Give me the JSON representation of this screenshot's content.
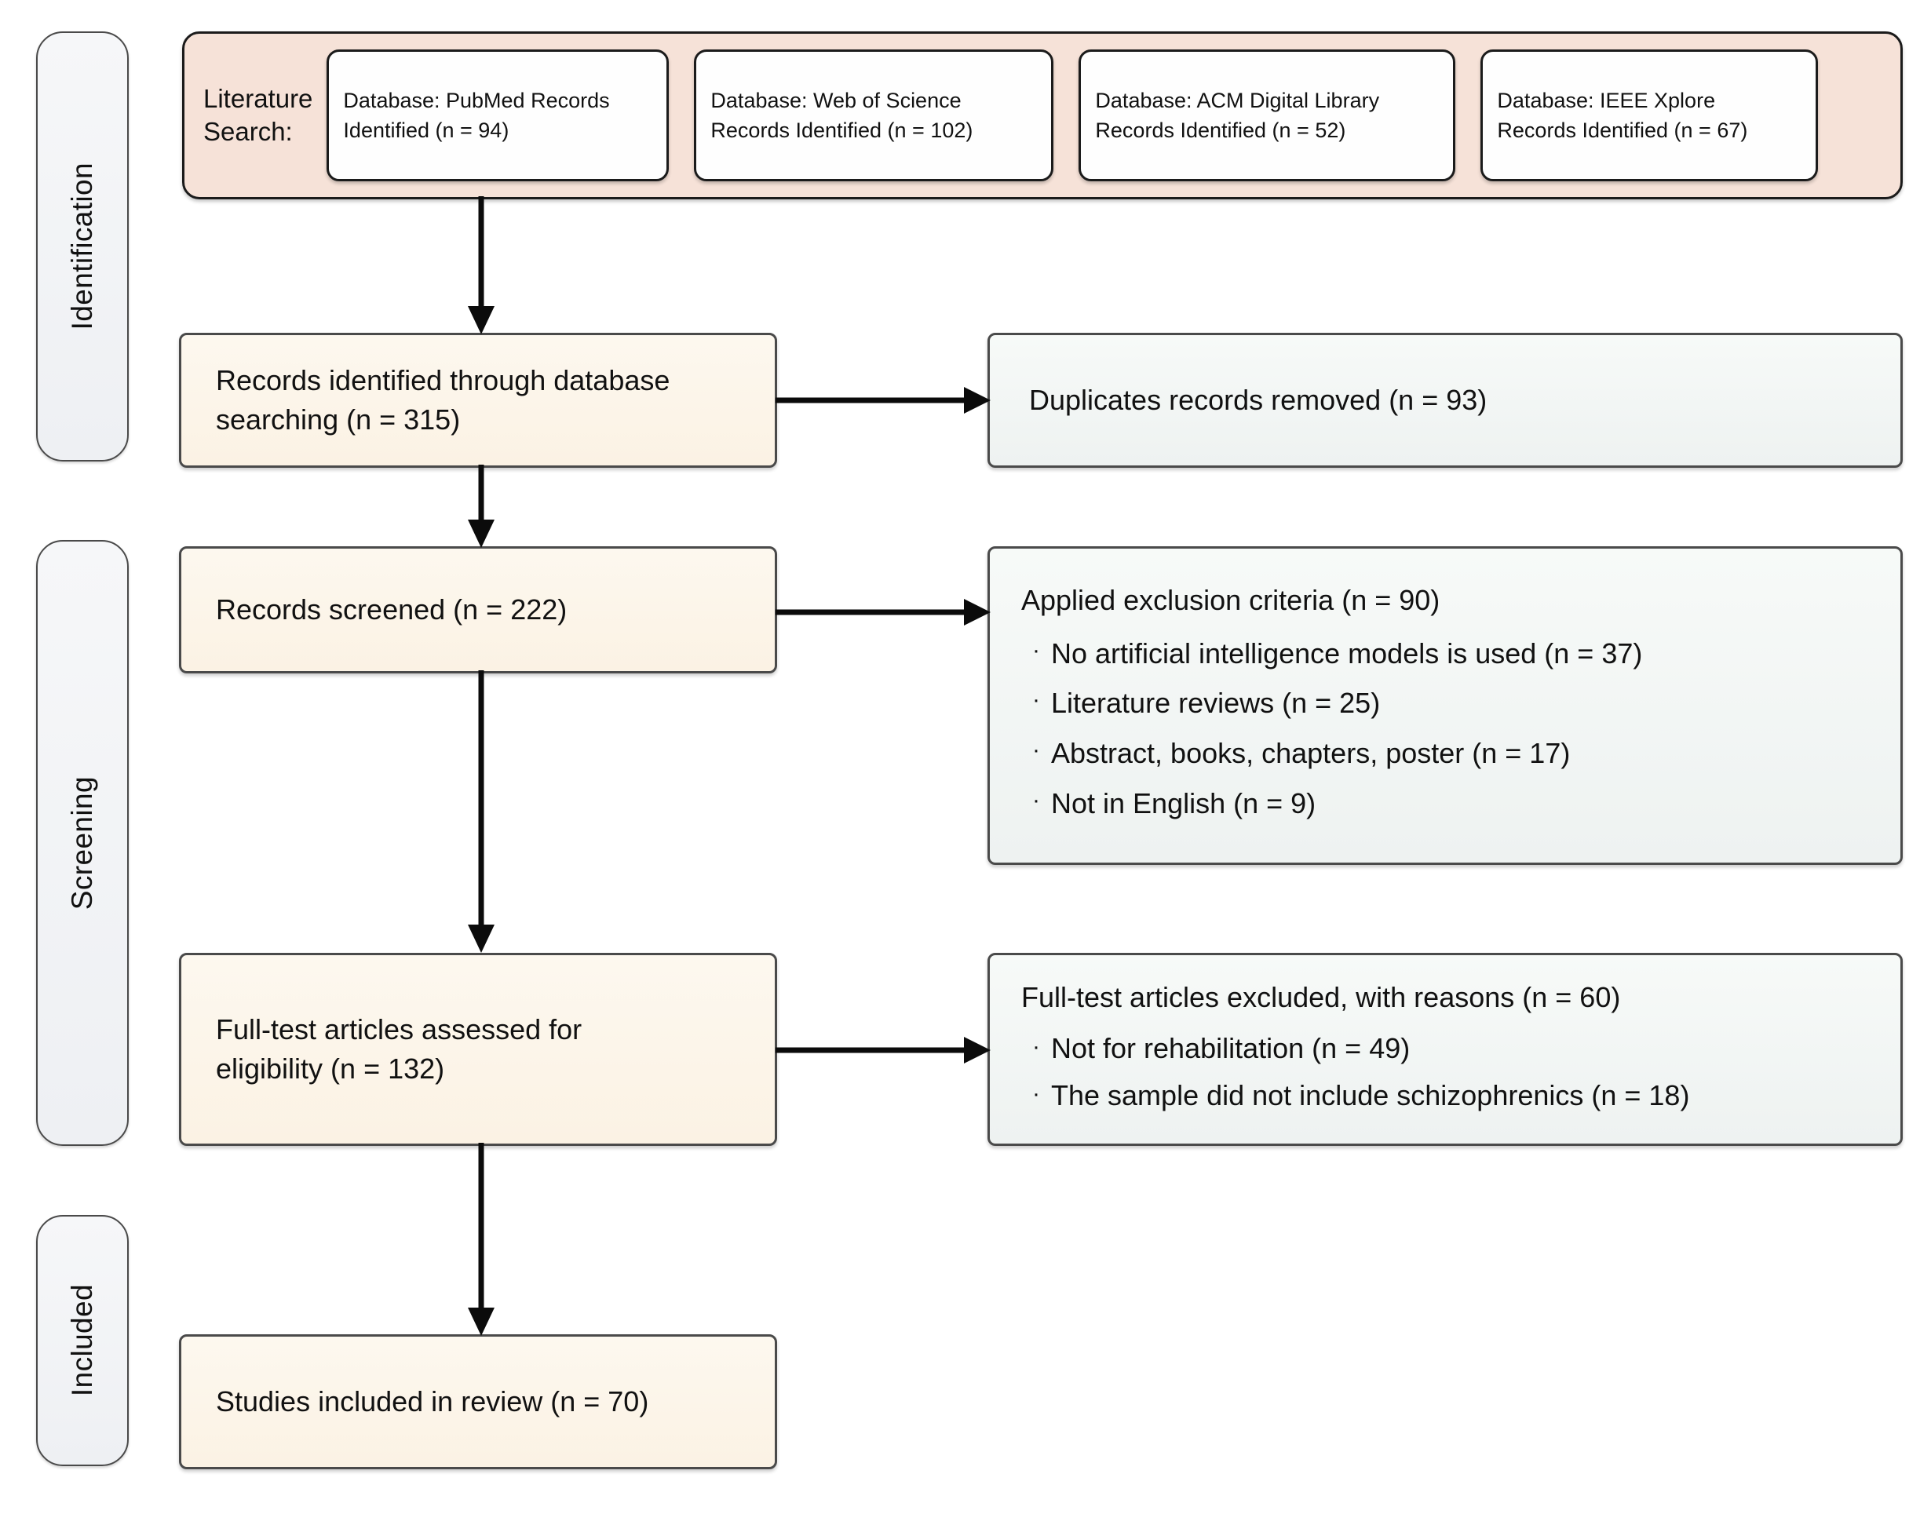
{
  "diagram": {
    "title": "PRISMA study selection flow diagram",
    "stages": [
      {
        "id": "identification",
        "label": "Identification"
      },
      {
        "id": "screening",
        "label": "Screening"
      },
      {
        "id": "included",
        "label": "Included"
      }
    ],
    "identification": {
      "band_label": "Literature\nSearch:",
      "databases": [
        {
          "name": "PubMed",
          "text": "Database: PubMed Records\nIdentified (n = 94)",
          "n": 94
        },
        {
          "name": "Web of Science",
          "text": "Database: Web of Science\nRecords Identified (n = 102)",
          "n": 102
        },
        {
          "name": "ACM Digital Library",
          "text": "Database: ACM Digital Library\nRecords Identified (n = 52)",
          "n": 52
        },
        {
          "name": "IEEE Xplore",
          "text": "Database: IEEE Xplore\nRecords Identified (n = 67)",
          "n": 67
        }
      ]
    },
    "nodes": {
      "records_identified": {
        "text": "Records identified through database\nsearching (n = 315)",
        "n": 315
      },
      "duplicates_removed": {
        "text": "Duplicates records removed (n = 93)",
        "n": 93
      },
      "records_screened": {
        "text": "Records screened (n = 222)",
        "n": 222
      },
      "exclusion_criteria": {
        "heading": "Applied exclusion criteria (n = 90)",
        "n": 90,
        "reasons": [
          {
            "text": "No artificial intelligence models is used (n = 37)",
            "n": 37
          },
          {
            "text": "Literature reviews (n = 25)",
            "n": 25
          },
          {
            "text": "Abstract, books, chapters, poster (n = 17)",
            "n": 17
          },
          {
            "text": "Not in English (n = 9)",
            "n": 9
          }
        ]
      },
      "fulltext_assessed": {
        "text": "Full-test articles assessed for\neligibility (n = 132)",
        "n": 132
      },
      "fulltext_excluded": {
        "heading": "Full-test articles excluded, with reasons (n = 60)",
        "n": 60,
        "reasons": [
          {
            "text": "Not for rehabilitation (n = 49)",
            "n": 49
          },
          {
            "text": "The sample did not include schizophrenics (n = 18)",
            "n": 18
          }
        ]
      },
      "studies_included": {
        "text": "Studies included in review (n = 70)",
        "n": 70
      }
    },
    "bullet_glyph": "·",
    "colors": {
      "identification_band": "#f6e2d8",
      "flow_box_cream": "#fbf2e4",
      "flow_box_pale": "#eef2f1",
      "stage_pill": "#eef0f3",
      "stroke_dark": "#1b1b1b",
      "stroke_gray": "#4a4a4a",
      "arrow": "#0b0b0b",
      "text": "#111111"
    }
  }
}
